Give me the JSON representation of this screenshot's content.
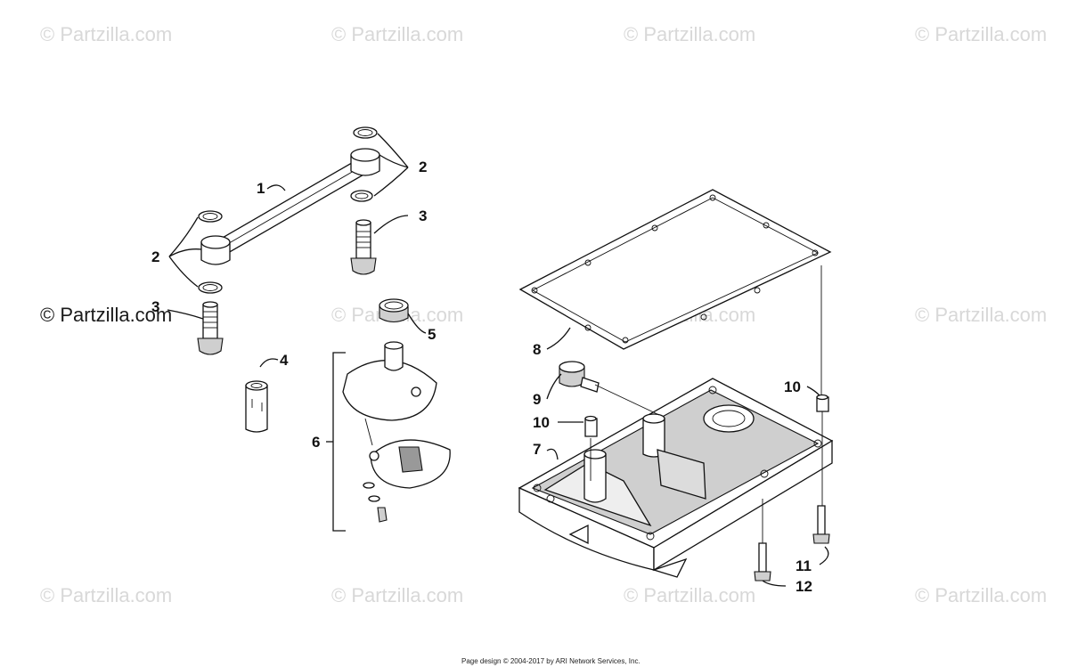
{
  "watermark": "© Partzilla.com",
  "watermark_prominent": "© Partzilla.com",
  "footer": "Page design © 2004-2017 by ARI Network Services, Inc.",
  "callouts": {
    "c1": "1",
    "c2a": "2",
    "c2b": "2",
    "c3a": "3",
    "c3b": "3",
    "c4": "4",
    "c5": "5",
    "c6": "6",
    "c7": "7",
    "c8": "8",
    "c9": "9",
    "c10a": "10",
    "c10b": "10",
    "c11": "11",
    "c12": "12"
  }
}
